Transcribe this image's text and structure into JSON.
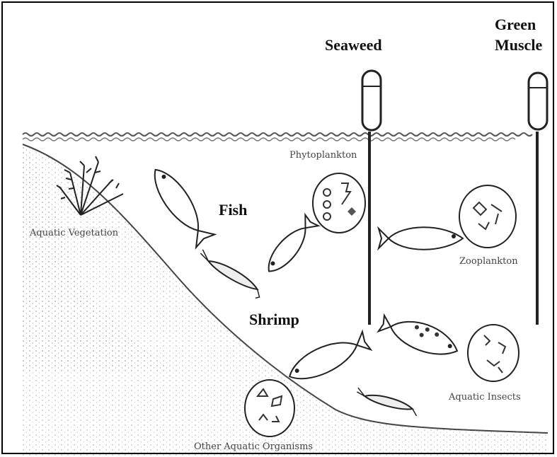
{
  "labels": {
    "seaweed": "Seaweed",
    "green_muscle_line1": "Green",
    "green_muscle_line2": "Muscle",
    "fish": "Fish",
    "shrimp": "Shrimp",
    "phytoplankton": "Phytoplankton",
    "zooplankton": "Zooplankton",
    "aquatic_vegetation": "Aquatic Vegetation",
    "aquatic_insects": "Aquatic Insects",
    "other_aquatic_organisms": "Other Aquatic Organisms"
  },
  "icons": [
    "seaweed-float-icon",
    "mussel-float-icon",
    "fish-icon",
    "shrimp-icon",
    "plankton-circle-icon",
    "plant-icon"
  ]
}
